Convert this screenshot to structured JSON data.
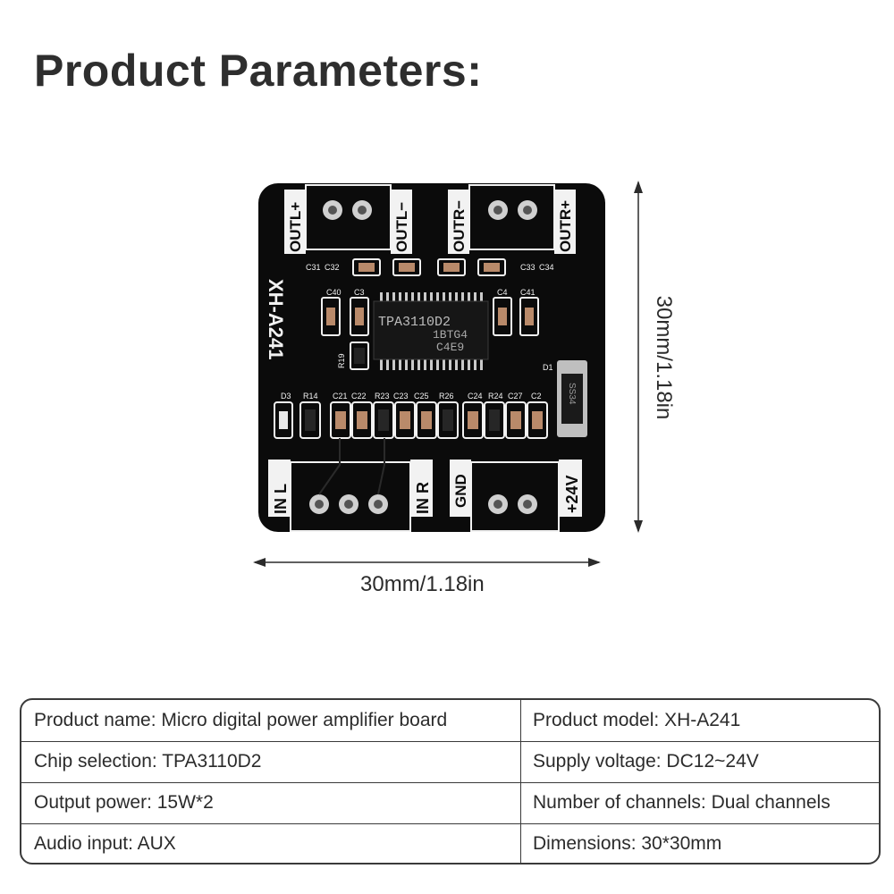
{
  "title": "Product Parameters:",
  "board": {
    "model_silk": "XH-A241",
    "chip_text": [
      "TPA3110D2",
      "1BTG4",
      "C4E9"
    ],
    "terminals_top": [
      "OUTL+",
      "OUTL−",
      "OUTR−",
      "OUTR+"
    ],
    "terminals_bottom": [
      "IN L",
      "IN R",
      "GND",
      "+24V"
    ],
    "component_labels": [
      "C31",
      "C32",
      "C33",
      "C34",
      "C40",
      "C3",
      "C4",
      "C41",
      "R19",
      "D1",
      "D3",
      "R14",
      "C21",
      "C22",
      "R23",
      "C23",
      "C25",
      "R26",
      "C24",
      "R24",
      "C27",
      "C2"
    ],
    "diode_text": "SS34",
    "colors": {
      "pcb": "#0b0b0b",
      "silk": "#f2f2f2",
      "pad": "#c9c9c9"
    }
  },
  "dimensions": {
    "width_label": "30mm/1.18in",
    "height_label": "30mm/1.18in"
  },
  "specs": [
    {
      "left": "Product name: Micro digital power amplifier board",
      "right": "Product model: XH-A241"
    },
    {
      "left": "Chip selection: TPA3110D2",
      "right": "Supply voltage: DC12~24V"
    },
    {
      "left": "Output power: 15W*2",
      "right": "Number of channels: Dual channels"
    },
    {
      "left": "Audio input: AUX",
      "right": "Dimensions: 30*30mm"
    }
  ]
}
